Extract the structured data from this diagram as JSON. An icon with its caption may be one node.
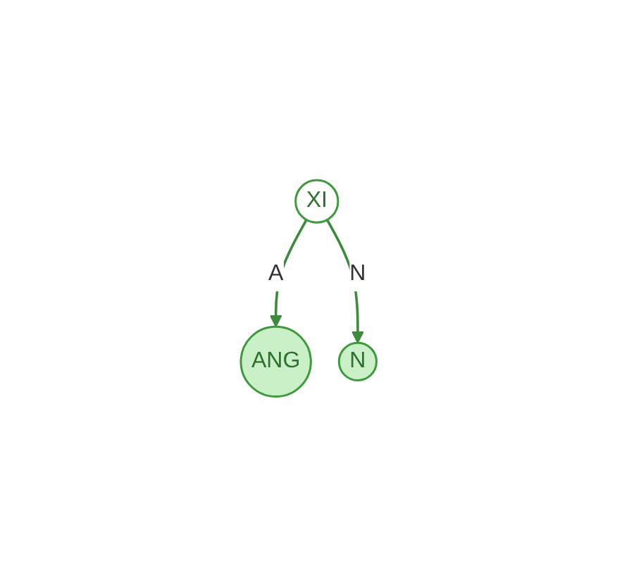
{
  "diagram": {
    "nodes": [
      {
        "text": [
          "XI"
        ]
      },
      {
        "text": [
          "ANG"
        ]
      },
      {
        "text": [
          "N"
        ]
      }
    ],
    "edges": [
      {
        "from": 0,
        "to": 1,
        "arrow": "to",
        "label": "A"
      },
      {
        "from": 0,
        "to": 2,
        "arrow": "to",
        "label": "N"
      }
    ]
  }
}
